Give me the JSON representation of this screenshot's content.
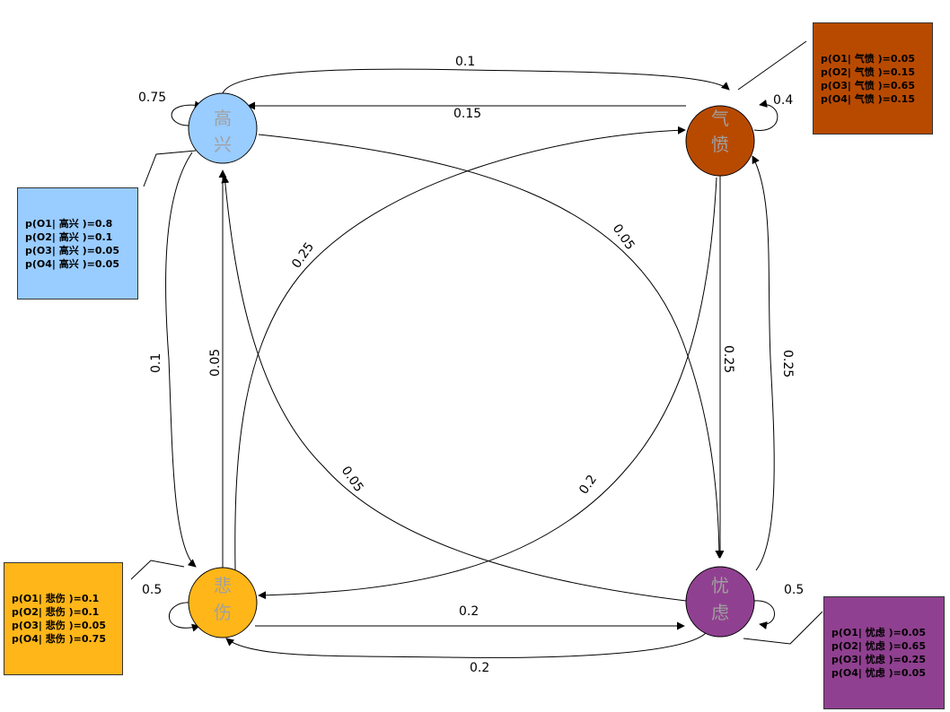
{
  "states": {
    "happy": {
      "line1": "高",
      "line2": "兴",
      "color": "#99ccff"
    },
    "angry": {
      "line1": "气",
      "line2": "愤",
      "color": "#b84a00"
    },
    "sad": {
      "line1": "悲",
      "line2": "伤",
      "color": "#ffb619"
    },
    "worry": {
      "line1": "忧",
      "line2": "虑",
      "color": "#904090"
    }
  },
  "label_color": "#a0a0a0",
  "transitions": {
    "happy_self": "0.75",
    "happy_to_angry": "0.1",
    "angry_to_happy": "0.15",
    "angry_self": "0.4",
    "happy_to_worry": "0.05",
    "sad_to_angry": "0.25",
    "happy_to_sad": "0.1",
    "sad_to_happy": "0.05",
    "angry_to_worry": "0.25",
    "worry_to_angry": "0.25",
    "worry_to_happy": "0.05",
    "angry_to_sad": "0.2",
    "sad_self": "0.5",
    "worry_self": "0.5",
    "sad_to_worry": "0.2",
    "worry_to_sad": "0.2"
  },
  "emissions": {
    "happy": [
      "p(O1| 高兴 )=0.8",
      "p(O2| 高兴 )=0.1",
      "p(O3| 高兴 )=0.05",
      "p(O4| 高兴 )=0.05"
    ],
    "angry": [
      "p(O1| 气愤 )=0.05",
      "p(O2| 气愤 )=0.15",
      "p(O3| 气愤 )=0.65",
      "p(O4| 气愤 )=0.15"
    ],
    "sad": [
      "p(O1| 悲伤 )=0.1",
      "p(O2| 悲伤 )=0.1",
      "p(O3| 悲伤 )=0.05",
      "p(O4| 悲伤 )=0.75"
    ],
    "worry": [
      "p(O1| 忧虑 )=0.05",
      "p(O2| 忧虑 )=0.65",
      "p(O3| 忧虑 )=0.25",
      "p(O4| 忧虑 )=0.05"
    ]
  }
}
